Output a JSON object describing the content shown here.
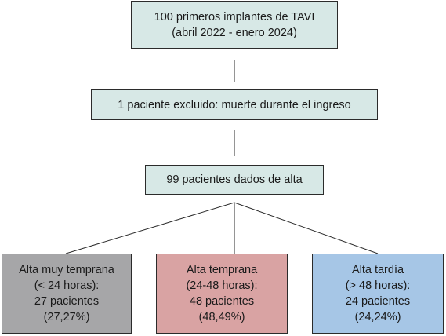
{
  "flowchart": {
    "start": {
      "line1": "100 primeros implantes de TAVI",
      "line2": "(abril 2022 - enero 2024)"
    },
    "excluded": {
      "text": "1 paciente excluido: muerte durante el ingreso"
    },
    "discharged": {
      "text": "99 pacientes dados de alta"
    },
    "groups": [
      {
        "title": "Alta muy temprana",
        "range": "(< 24 horas):",
        "count": "27 pacientes",
        "percent": "(27,27%)",
        "color": "#a6a6a8"
      },
      {
        "title": "Alta temprana",
        "range": "(24-48 horas):",
        "count": "48 pacientes",
        "percent": "(48,49%)",
        "color": "#d9a3a3"
      },
      {
        "title": "Alta tardía",
        "range": "(> 48 horas):",
        "count": "24 pacientes",
        "percent": "(24,24%)",
        "color": "#a6c6e6"
      }
    ],
    "header_box_color": "#d7e8e6",
    "line_color": "#2b2b2b"
  }
}
